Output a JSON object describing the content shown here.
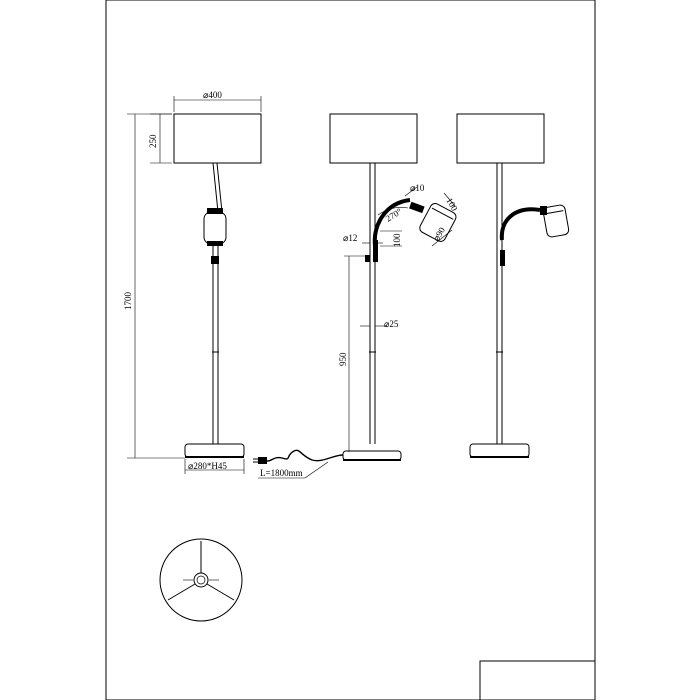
{
  "dimensions": {
    "shade_diameter": "⌀400",
    "shade_height": "250",
    "total_height": "1700",
    "base": "⌀280*H45",
    "reading_arm_diameter": "⌀10",
    "arm_angle": "270°",
    "head_length": "100",
    "head_diameter": "⌀90",
    "pole_top_diameter": "⌀12",
    "switch_offset": "100",
    "pole_diameter": "⌀25",
    "arm_height": "950",
    "cable_length": "L=1800mm"
  }
}
